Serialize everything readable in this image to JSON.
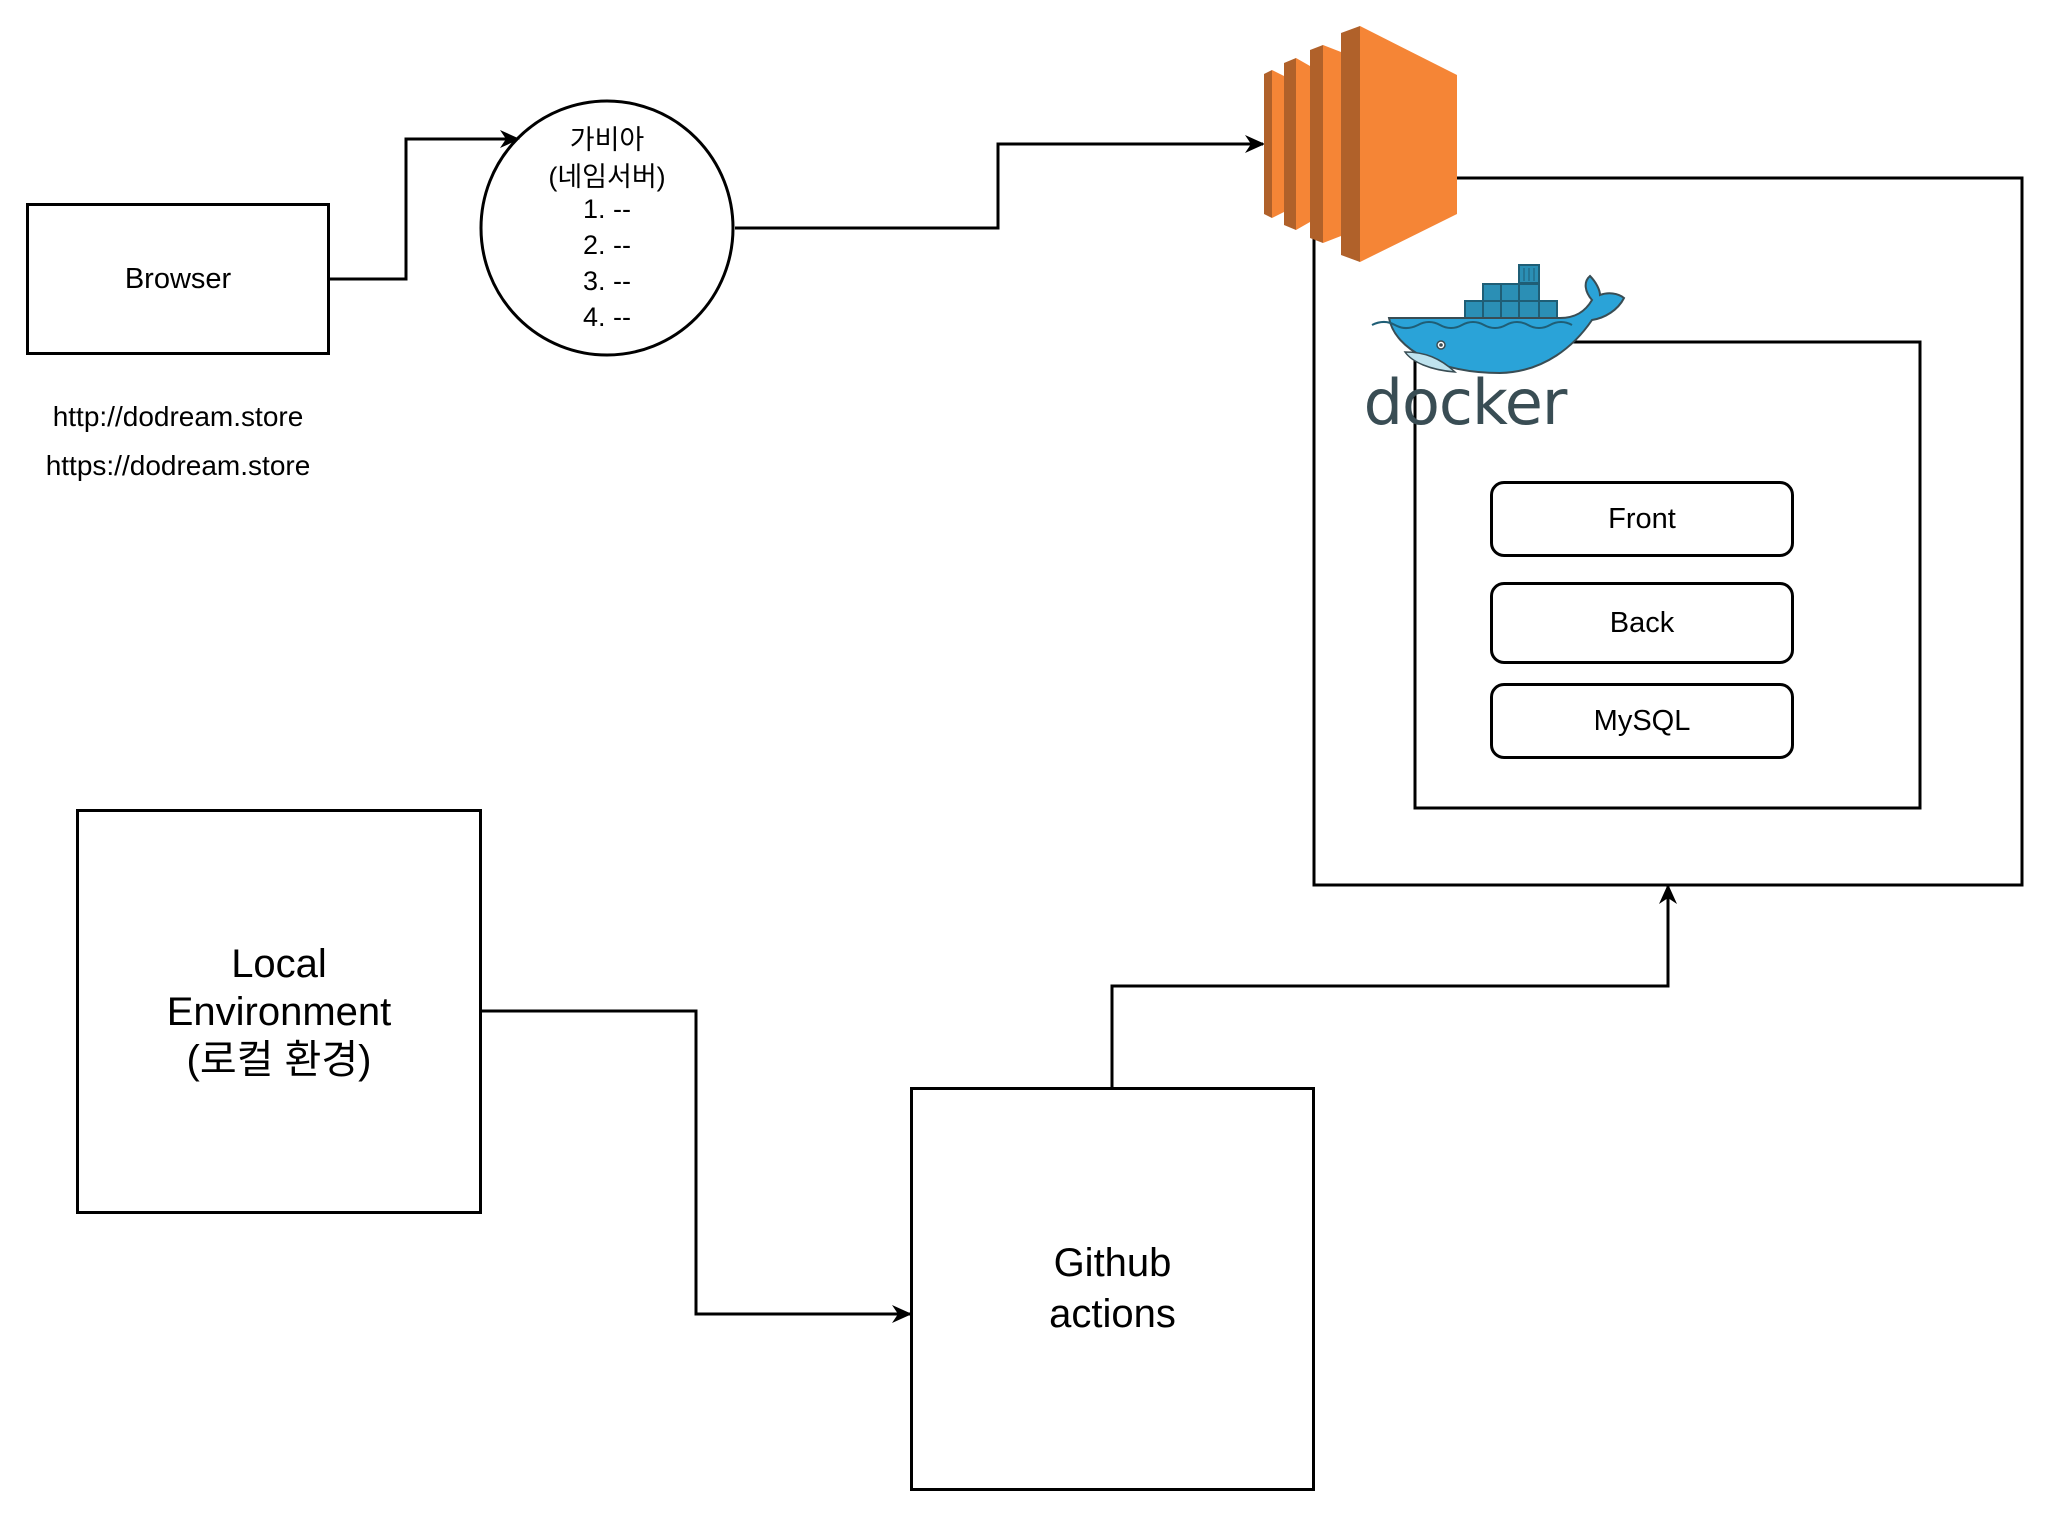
{
  "diagram": {
    "nodes": {
      "browser": {
        "label": "Browser"
      },
      "urls": [
        "http://dodream.store",
        "https://dodream.store"
      ],
      "nameserver": {
        "title": "가비아",
        "subtitle": "(네임서버)",
        "items": [
          "1. --",
          "2. --",
          "3. --",
          "4. --"
        ]
      },
      "ec2": {
        "icon": "aws-ec2-icon"
      },
      "docker": {
        "icon": "docker-whale-icon",
        "wordmark": "docker"
      },
      "containers": [
        "Front",
        "Back",
        "MySQL"
      ],
      "local": {
        "lines": [
          "Local",
          "Environment",
          "(로컬 환경)"
        ]
      },
      "github": {
        "lines": [
          "Github",
          "actions"
        ]
      }
    },
    "edges": [
      {
        "from": "browser",
        "to": "nameserver"
      },
      {
        "from": "nameserver",
        "to": "ec2"
      },
      {
        "from": "local",
        "to": "github"
      },
      {
        "from": "github",
        "to": "ec2-container"
      }
    ],
    "colors": {
      "ec2_front": "#F58536",
      "ec2_side": "#B0612A",
      "docker_blue": "#2AA3D8",
      "docker_dark": "#394D54"
    }
  }
}
